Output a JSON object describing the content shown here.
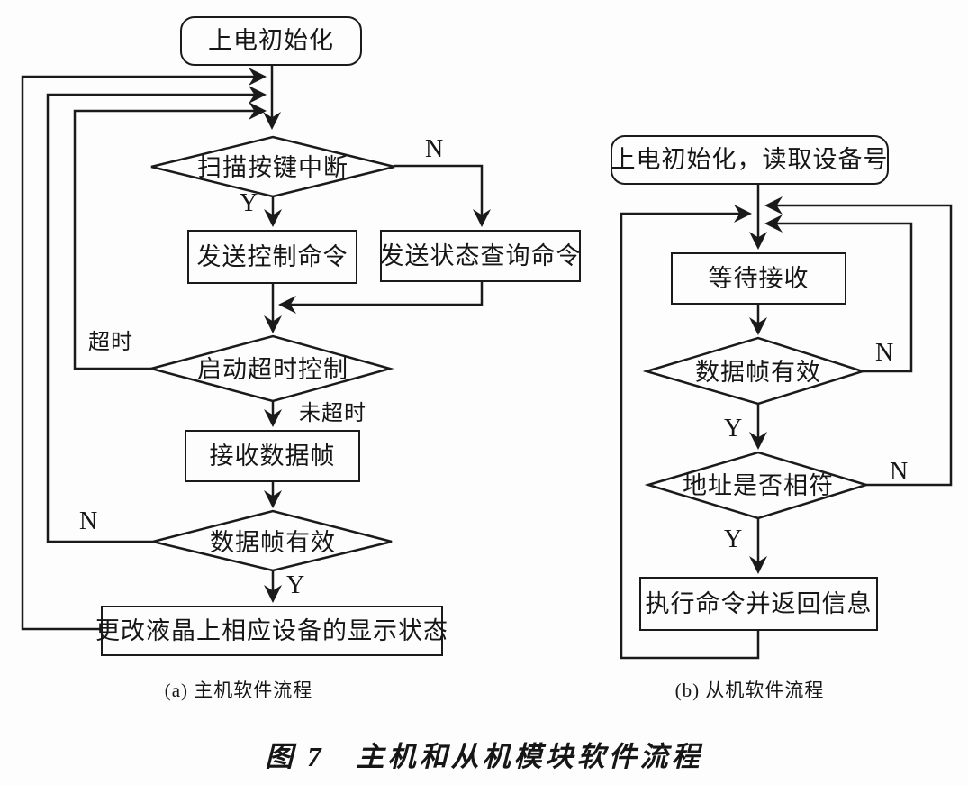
{
  "colors": {
    "ink": "#1a1a1a",
    "paper": "#fdfdfd"
  },
  "flow_a": {
    "caption": "(a) 主机软件流程",
    "nodes": {
      "start": "上电初始化",
      "scan_key": "扫描按键中断",
      "send_ctrl": "发送控制命令",
      "send_query": "发送状态查询命令",
      "timeout_ctrl": "启动超时控制",
      "recv_frame": "接收数据帧",
      "frame_valid": "数据帧有效",
      "update_lcd": "更改液晶上相应设备的显示状态"
    },
    "labels": {
      "scan_n": "N",
      "scan_y": "Y",
      "timeout": "超时",
      "not_timeout": "未超时",
      "frame_n": "N",
      "frame_y": "Y"
    }
  },
  "flow_b": {
    "caption": "(b) 从机软件流程",
    "nodes": {
      "start": "上电初始化，读取设备号",
      "wait_recv": "等待接收",
      "frame_valid": "数据帧有效",
      "addr_match": "地址是否相符",
      "exec_return": "执行命令并返回信息"
    },
    "labels": {
      "frame_n": "N",
      "frame_y": "Y",
      "addr_n": "N",
      "addr_y": "Y"
    }
  },
  "figure_title": "图 7　主机和从机模块软件流程"
}
